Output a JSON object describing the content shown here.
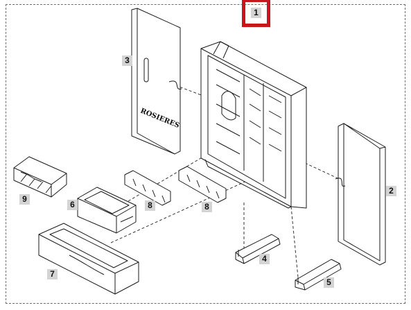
{
  "diagram": {
    "brand_text": "ROSIERES",
    "highlight_color": "#c8161d",
    "callout_bg": "#d4d4d4",
    "parts": [
      {
        "id": "1",
        "name": "fridge-cabinet",
        "selected": true
      },
      {
        "id": "2",
        "name": "right-side-panel",
        "selected": false
      },
      {
        "id": "3",
        "name": "front-door-panel",
        "selected": false
      },
      {
        "id": "4",
        "name": "adjustable-foot-left",
        "selected": false
      },
      {
        "id": "5",
        "name": "adjustable-foot-right",
        "selected": false
      },
      {
        "id": "6",
        "name": "small-drawer",
        "selected": false
      },
      {
        "id": "7",
        "name": "crisper-tray",
        "selected": false
      },
      {
        "id": "8a",
        "label": "8",
        "name": "shelf-rail-left",
        "selected": false
      },
      {
        "id": "8b",
        "label": "8",
        "name": "shelf-rail-right",
        "selected": false
      },
      {
        "id": "9",
        "name": "egg-rack",
        "selected": false
      }
    ]
  }
}
